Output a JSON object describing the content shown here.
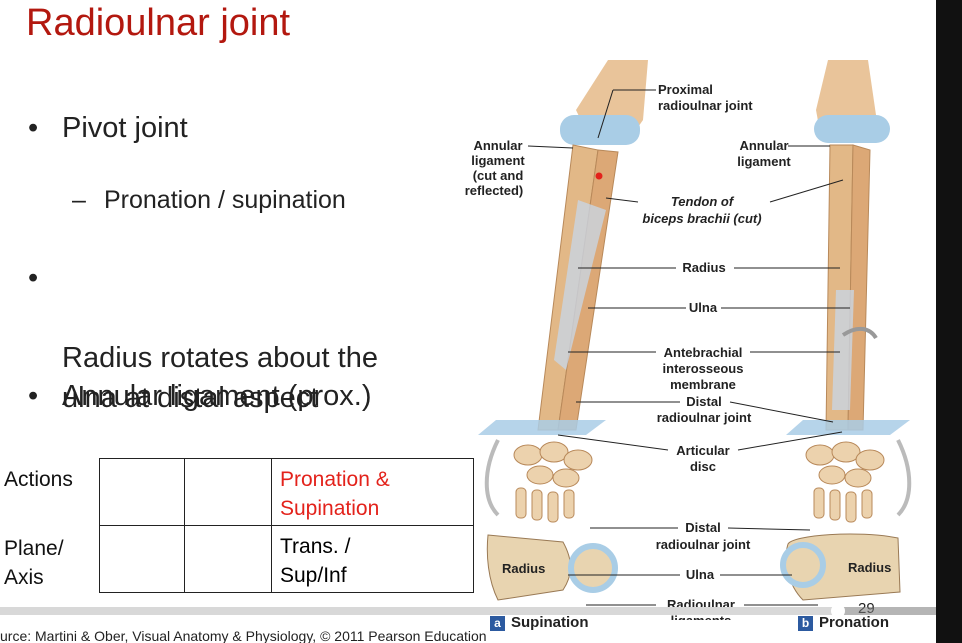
{
  "slide": {
    "title": "Radioulnar joint",
    "bullets": [
      {
        "text": "Pivot joint",
        "bullet": "•"
      },
      {
        "text": "Radius rotates about the\nulna at distal aspect",
        "bullet": "•"
      },
      {
        "text": "Annular ligament (prox.)",
        "bullet": "•"
      }
    ],
    "subbullet": {
      "dash": "–",
      "text": "Pronation / supination"
    },
    "table": {
      "row_labels": [
        "Actions",
        "Plane/\nAxis"
      ],
      "rows": [
        [
          "",
          "",
          "Pronation &\nSupination"
        ],
        [
          "",
          "",
          "Trans. /\nSup/Inf"
        ]
      ]
    },
    "caption": "urce: Martini & Ober, Visual Anatomy & Physiology, © 2011 Pearson Education",
    "page_number": "29"
  },
  "figure": {
    "labels": {
      "proximal_joint": [
        "Proximal",
        "radioulnar joint"
      ],
      "annular_left": [
        "Annular",
        "ligament",
        "(cut and",
        "reflected)"
      ],
      "annular_right": [
        "Annular",
        "ligament"
      ],
      "tendon": [
        "Tendon of",
        "biceps brachii (cut)"
      ],
      "radius": "Radius",
      "ulna": "Ulna",
      "membrane": [
        "Antebrachial",
        "interosseous",
        "membrane"
      ],
      "distal_joint": [
        "Distal",
        "radioulnar joint"
      ],
      "articular_disc": [
        "Articular",
        "disc"
      ],
      "distal_joint_2": [
        "Distal",
        "radioulnar joint"
      ],
      "ulna_2": "Ulna",
      "radioulnar_lig": [
        "Radioulnar",
        "ligaments"
      ],
      "radius_section_left": "Radius",
      "radius_section_right": "Radius",
      "sub_a_letter": "a",
      "sub_a": "Supination",
      "sub_b_letter": "b",
      "sub_b": "Pronation"
    }
  },
  "video": {
    "progress": 0.895
  },
  "colors": {
    "title": "#b3180f",
    "highlight": "#e3221b",
    "bone": "#e2b887",
    "cartilage": "#a9cde6"
  }
}
